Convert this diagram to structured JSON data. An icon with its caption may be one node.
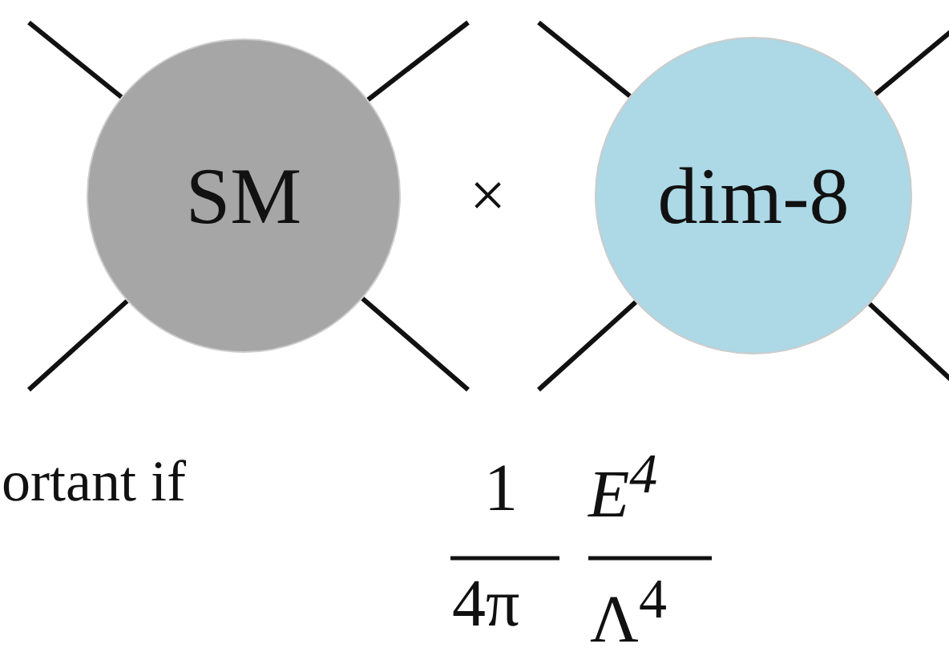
{
  "diagram": {
    "nodes": [
      {
        "text": [
          "SM"
        ]
      },
      {
        "text": [
          "dim-8"
        ]
      }
    ],
    "edges": [
      {
        "from": null,
        "to": 0,
        "arrow": "none"
      },
      {
        "from": null,
        "to": 0,
        "arrow": "none"
      },
      {
        "from": null,
        "to": 0,
        "arrow": "none"
      },
      {
        "from": null,
        "to": 0,
        "arrow": "none"
      },
      {
        "from": null,
        "to": 1,
        "arrow": "none"
      },
      {
        "from": null,
        "to": 1,
        "arrow": "none"
      },
      {
        "from": null,
        "to": 1,
        "arrow": "none"
      },
      {
        "from": null,
        "to": 1,
        "arrow": "none"
      }
    ],
    "labels": [
      "×",
      "ortant if",
      "1",
      "E$^{4}$",
      "4π",
      "Λ$^{4}$"
    ]
  }
}
